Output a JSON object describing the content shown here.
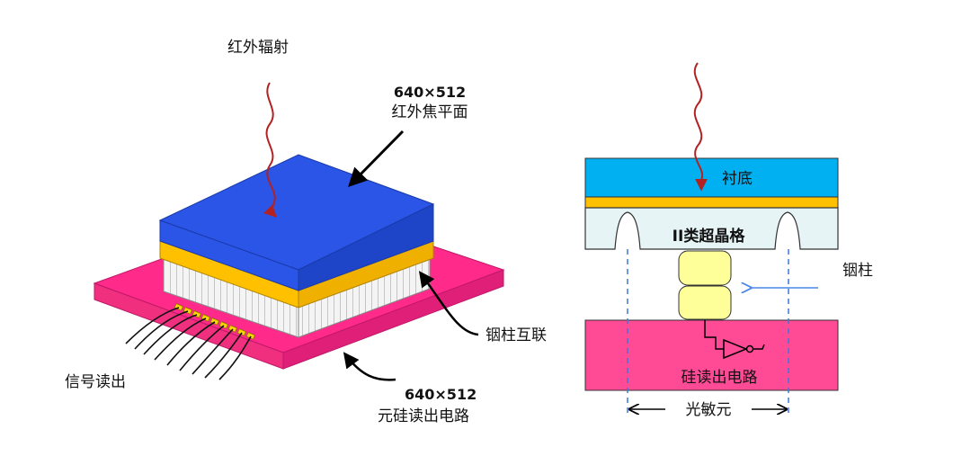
{
  "left": {
    "radiation_label": "红外辐射",
    "fpa_resolution": "640×512",
    "fpa_label": "红外焦平面",
    "interconnect_label": "铟柱互联",
    "readout_label": "信号读出",
    "roic_resolution": "640×512",
    "roic_label": "元硅读出电路"
  },
  "right": {
    "substrate_label": "衬底",
    "superlattice_label": "II类超晶格",
    "indium_label": "铟柱",
    "roic_label": "硅读出电路",
    "pixel_label": "光敏元"
  },
  "colors": {
    "blue_top": "#2a55e6",
    "blue_side": "#1e45c8",
    "yellow": "#ffc000",
    "pink": "#ff2a8a",
    "pink_side": "#e01f78",
    "cyan": "#00b0f0",
    "pale_cyan": "#e6f4f6",
    "pale_yellow": "#ffff99",
    "wave": "#b22222",
    "arrow_blue": "#4a86e8",
    "dash": "#3c78d8"
  }
}
